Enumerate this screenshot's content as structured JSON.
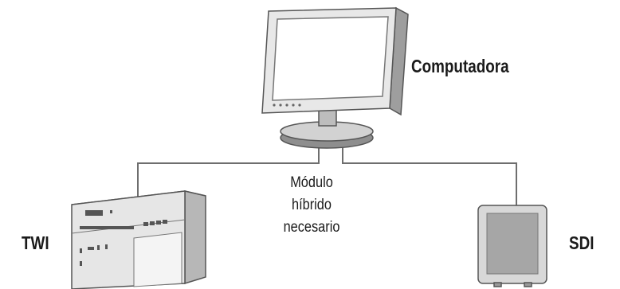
{
  "labels": {
    "computer": "Computadora",
    "twi": "TWI",
    "sdi": "SDI"
  },
  "note": {
    "lines": [
      "Módulo",
      "híbrido",
      "necesario"
    ]
  },
  "icons": {
    "computer": "monitor-icon",
    "twi": "twi-cabinet-icon",
    "sdi": "sdi-unit-icon"
  },
  "colors": {
    "line": "#6e6e6e",
    "outline": "#555555",
    "text": "#1a1a1a"
  }
}
